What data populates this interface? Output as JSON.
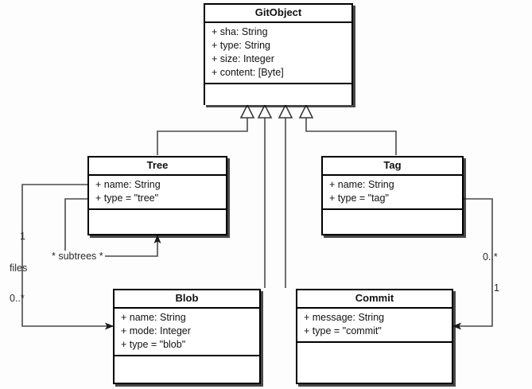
{
  "diagram": {
    "title": "Git object model UML class diagram",
    "type": "uml-class-diagram",
    "background": "#fdfdfd",
    "line_color": "#4a4a4a",
    "border_color": "#000000"
  },
  "classes": [
    {
      "id": "gitobject",
      "name": "GitObject",
      "attributes": [
        "+ sha: String",
        "+ type: String",
        "+ size: Integer",
        "+ content: [Byte]"
      ],
      "operations": []
    },
    {
      "id": "tree",
      "name": "Tree",
      "attributes": [
        "+ name: String",
        "+ type = \"tree\""
      ],
      "operations": []
    },
    {
      "id": "tag",
      "name": "Tag",
      "attributes": [
        "+ name: String",
        "+ type = \"tag\""
      ],
      "operations": []
    },
    {
      "id": "blob",
      "name": "Blob",
      "attributes": [
        "+ name: String",
        "+ mode: Integer",
        "+ type = \"blob\""
      ],
      "operations": []
    },
    {
      "id": "commit",
      "name": "Commit",
      "attributes": [
        "+ message: String",
        "+ type = \"commit\""
      ],
      "operations": []
    }
  ],
  "generalizations": [
    {
      "from": "tree",
      "to": "gitobject",
      "arrow": "hollow-triangle"
    },
    {
      "from": "blob",
      "to": "gitobject",
      "arrow": "hollow-triangle"
    },
    {
      "from": "commit",
      "to": "gitobject",
      "arrow": "hollow-triangle"
    },
    {
      "from": "tag",
      "to": "gitobject",
      "arrow": "hollow-triangle"
    }
  ],
  "associations": [
    {
      "id": "tree-files-blob",
      "from": "tree",
      "to": "blob",
      "name": "files",
      "source_multiplicity": "1",
      "target_multiplicity": "0..*",
      "arrow": "filled-arrow"
    },
    {
      "id": "tree-subtrees-tree",
      "from": "tree",
      "to": "tree",
      "name": "subtrees",
      "source_multiplicity": "*",
      "target_multiplicity": "*",
      "arrow": "filled-arrow"
    },
    {
      "id": "tag-commit",
      "from": "tag",
      "to": "commit",
      "name": "",
      "source_multiplicity": "0..*",
      "target_multiplicity": "1",
      "arrow": "filled-arrow"
    }
  ],
  "edge_labels": {
    "files": "files",
    "files_source_mult": "1",
    "files_target_mult": "0..*",
    "subtrees": "* subtrees *",
    "tag_commit_source_mult": "0..*",
    "tag_commit_target_mult": "1"
  }
}
